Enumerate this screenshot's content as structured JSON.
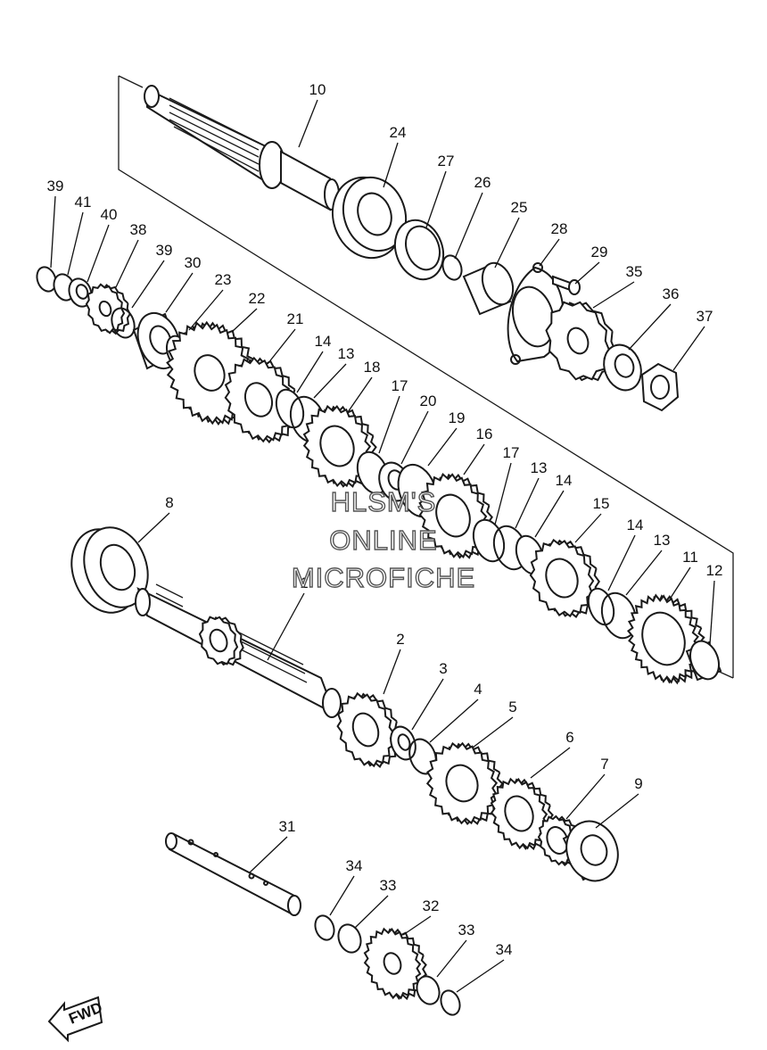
{
  "callouts": [
    {
      "id": "c10",
      "text": "10"
    },
    {
      "id": "c24",
      "text": "24"
    },
    {
      "id": "c27",
      "text": "27"
    },
    {
      "id": "c26",
      "text": "26"
    },
    {
      "id": "c25",
      "text": "25"
    },
    {
      "id": "c28",
      "text": "28"
    },
    {
      "id": "c29",
      "text": "29"
    },
    {
      "id": "c35",
      "text": "35"
    },
    {
      "id": "c36",
      "text": "36"
    },
    {
      "id": "c37",
      "text": "37"
    },
    {
      "id": "c39a",
      "text": "39"
    },
    {
      "id": "c41",
      "text": "41"
    },
    {
      "id": "c40",
      "text": "40"
    },
    {
      "id": "c38",
      "text": "38"
    },
    {
      "id": "c39b",
      "text": "39"
    },
    {
      "id": "c30",
      "text": "30"
    },
    {
      "id": "c23",
      "text": "23"
    },
    {
      "id": "c22",
      "text": "22"
    },
    {
      "id": "c21",
      "text": "21"
    },
    {
      "id": "c14a",
      "text": "14"
    },
    {
      "id": "c13a",
      "text": "13"
    },
    {
      "id": "c18",
      "text": "18"
    },
    {
      "id": "c17a",
      "text": "17"
    },
    {
      "id": "c20",
      "text": "20"
    },
    {
      "id": "c19",
      "text": "19"
    },
    {
      "id": "c16",
      "text": "16"
    },
    {
      "id": "c17b",
      "text": "17"
    },
    {
      "id": "c13b",
      "text": "13"
    },
    {
      "id": "c14b",
      "text": "14"
    },
    {
      "id": "c15",
      "text": "15"
    },
    {
      "id": "c14c",
      "text": "14"
    },
    {
      "id": "c13c",
      "text": "13"
    },
    {
      "id": "c11",
      "text": "11"
    },
    {
      "id": "c12",
      "text": "12"
    },
    {
      "id": "c8",
      "text": "8"
    },
    {
      "id": "c1",
      "text": "1"
    },
    {
      "id": "c2",
      "text": "2"
    },
    {
      "id": "c3",
      "text": "3"
    },
    {
      "id": "c4",
      "text": "4"
    },
    {
      "id": "c5",
      "text": "5"
    },
    {
      "id": "c6",
      "text": "6"
    },
    {
      "id": "c7",
      "text": "7"
    },
    {
      "id": "c9",
      "text": "9"
    },
    {
      "id": "c31",
      "text": "31"
    },
    {
      "id": "c34a",
      "text": "34"
    },
    {
      "id": "c33a",
      "text": "33"
    },
    {
      "id": "c32",
      "text": "32"
    },
    {
      "id": "c33b",
      "text": "33"
    },
    {
      "id": "c34b",
      "text": "34"
    }
  ],
  "watermark": {
    "line1": "HLSM'S",
    "line2": "ONLINE",
    "line3": "MICROFICHE"
  },
  "fwd_label": "FWD"
}
